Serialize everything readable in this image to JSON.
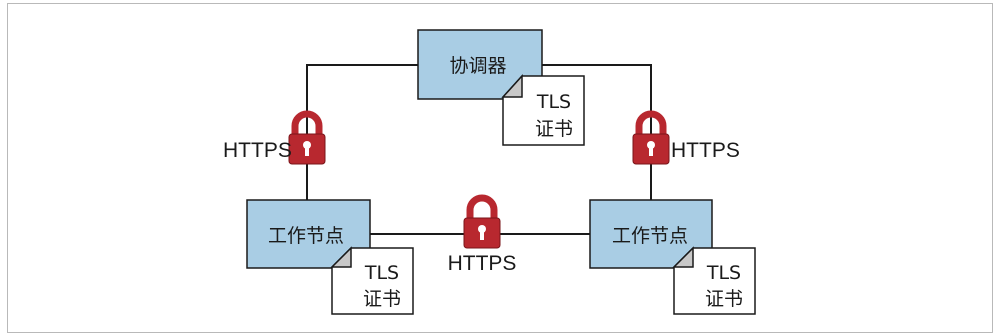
{
  "diagram": {
    "coordinator": {
      "label": "协调器",
      "cert": {
        "line1": "TLS",
        "line2": "证书"
      }
    },
    "workers": [
      {
        "label": "工作节点",
        "cert": {
          "line1": "TLS",
          "line2": "证书"
        }
      },
      {
        "label": "工作节点",
        "cert": {
          "line1": "TLS",
          "line2": "证书"
        }
      }
    ],
    "links": [
      {
        "label": "HTTPS"
      },
      {
        "label": "HTTPS"
      },
      {
        "label": "HTTPS"
      }
    ],
    "colors": {
      "node_fill": "#a9cde4",
      "lock_fill": "#b8282f",
      "line": "#1a1a1a",
      "cert_fill": "#ffffff",
      "cert_fold": "#c8c8c8"
    },
    "icons": [
      "lock-icon",
      "document-icon"
    ]
  }
}
